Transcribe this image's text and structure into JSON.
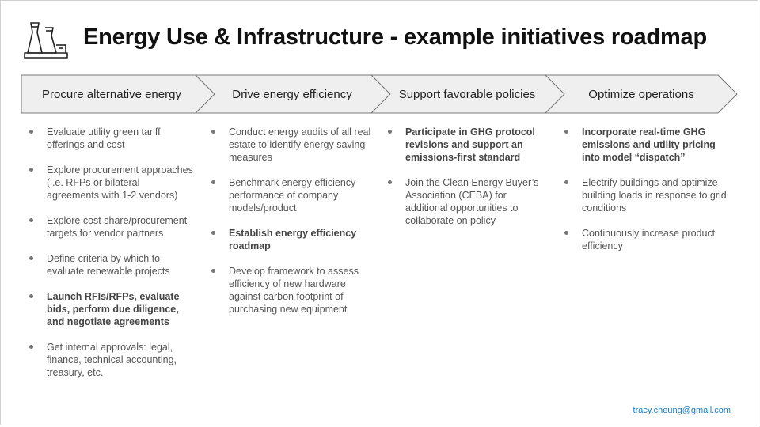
{
  "title": "Energy Use & Infrastructure - example initiatives roadmap",
  "icon": "power-plant-icon",
  "phases": [
    {
      "label": "Procure alternative energy",
      "items": [
        {
          "text": "Evaluate utility green tariff offerings and cost",
          "bold": false
        },
        {
          "text": "Explore procurement approaches (i.e. RFPs or bilateral agreements with 1-2 vendors)",
          "bold": false
        },
        {
          "text": "Explore cost share/procurement targets for vendor partners",
          "bold": false
        },
        {
          "text": "Define criteria by which to evaluate renewable projects",
          "bold": false
        },
        {
          "text": "Launch RFIs/RFPs, evaluate bids, perform due diligence, and negotiate agreements",
          "bold": true
        },
        {
          "text": "Get internal approvals: legal, finance, technical accounting, treasury, etc.",
          "bold": false
        }
      ]
    },
    {
      "label": "Drive energy efficiency",
      "items": [
        {
          "text": "Conduct energy audits of all real estate to identify energy saving measures",
          "bold": false
        },
        {
          "text": "Benchmark energy efficiency performance of company models/product",
          "bold": false
        },
        {
          "text": "Establish energy efficiency roadmap",
          "bold": true
        },
        {
          "text": "Develop framework to assess efficiency of new hardware against carbon footprint of purchasing new equipment",
          "bold": false
        }
      ]
    },
    {
      "label": "Support favorable policies",
      "items": [
        {
          "text": "Participate in GHG protocol revisions and support an emissions-first standard",
          "bold": true
        },
        {
          "text": "Join the Clean Energy Buyer’s Association (CEBA) for additional opportunities to collaborate on policy",
          "bold": false
        }
      ]
    },
    {
      "label": "Optimize operations",
      "items": [
        {
          "text": "Incorporate real-time GHG emissions and utility pricing into model “dispatch”",
          "bold": true
        },
        {
          "text": "Electrify buildings and optimize building loads in response to grid conditions",
          "bold": false
        },
        {
          "text": "Continuously increase product efficiency",
          "bold": false
        }
      ]
    }
  ],
  "footer_email": "tracy.cheung@gmail.com",
  "colors": {
    "chevron_fill": "#efefef",
    "chevron_stroke": "#7a7a7a",
    "title_text": "#111111",
    "body_text": "#555555",
    "link": "#1a7ec9"
  }
}
